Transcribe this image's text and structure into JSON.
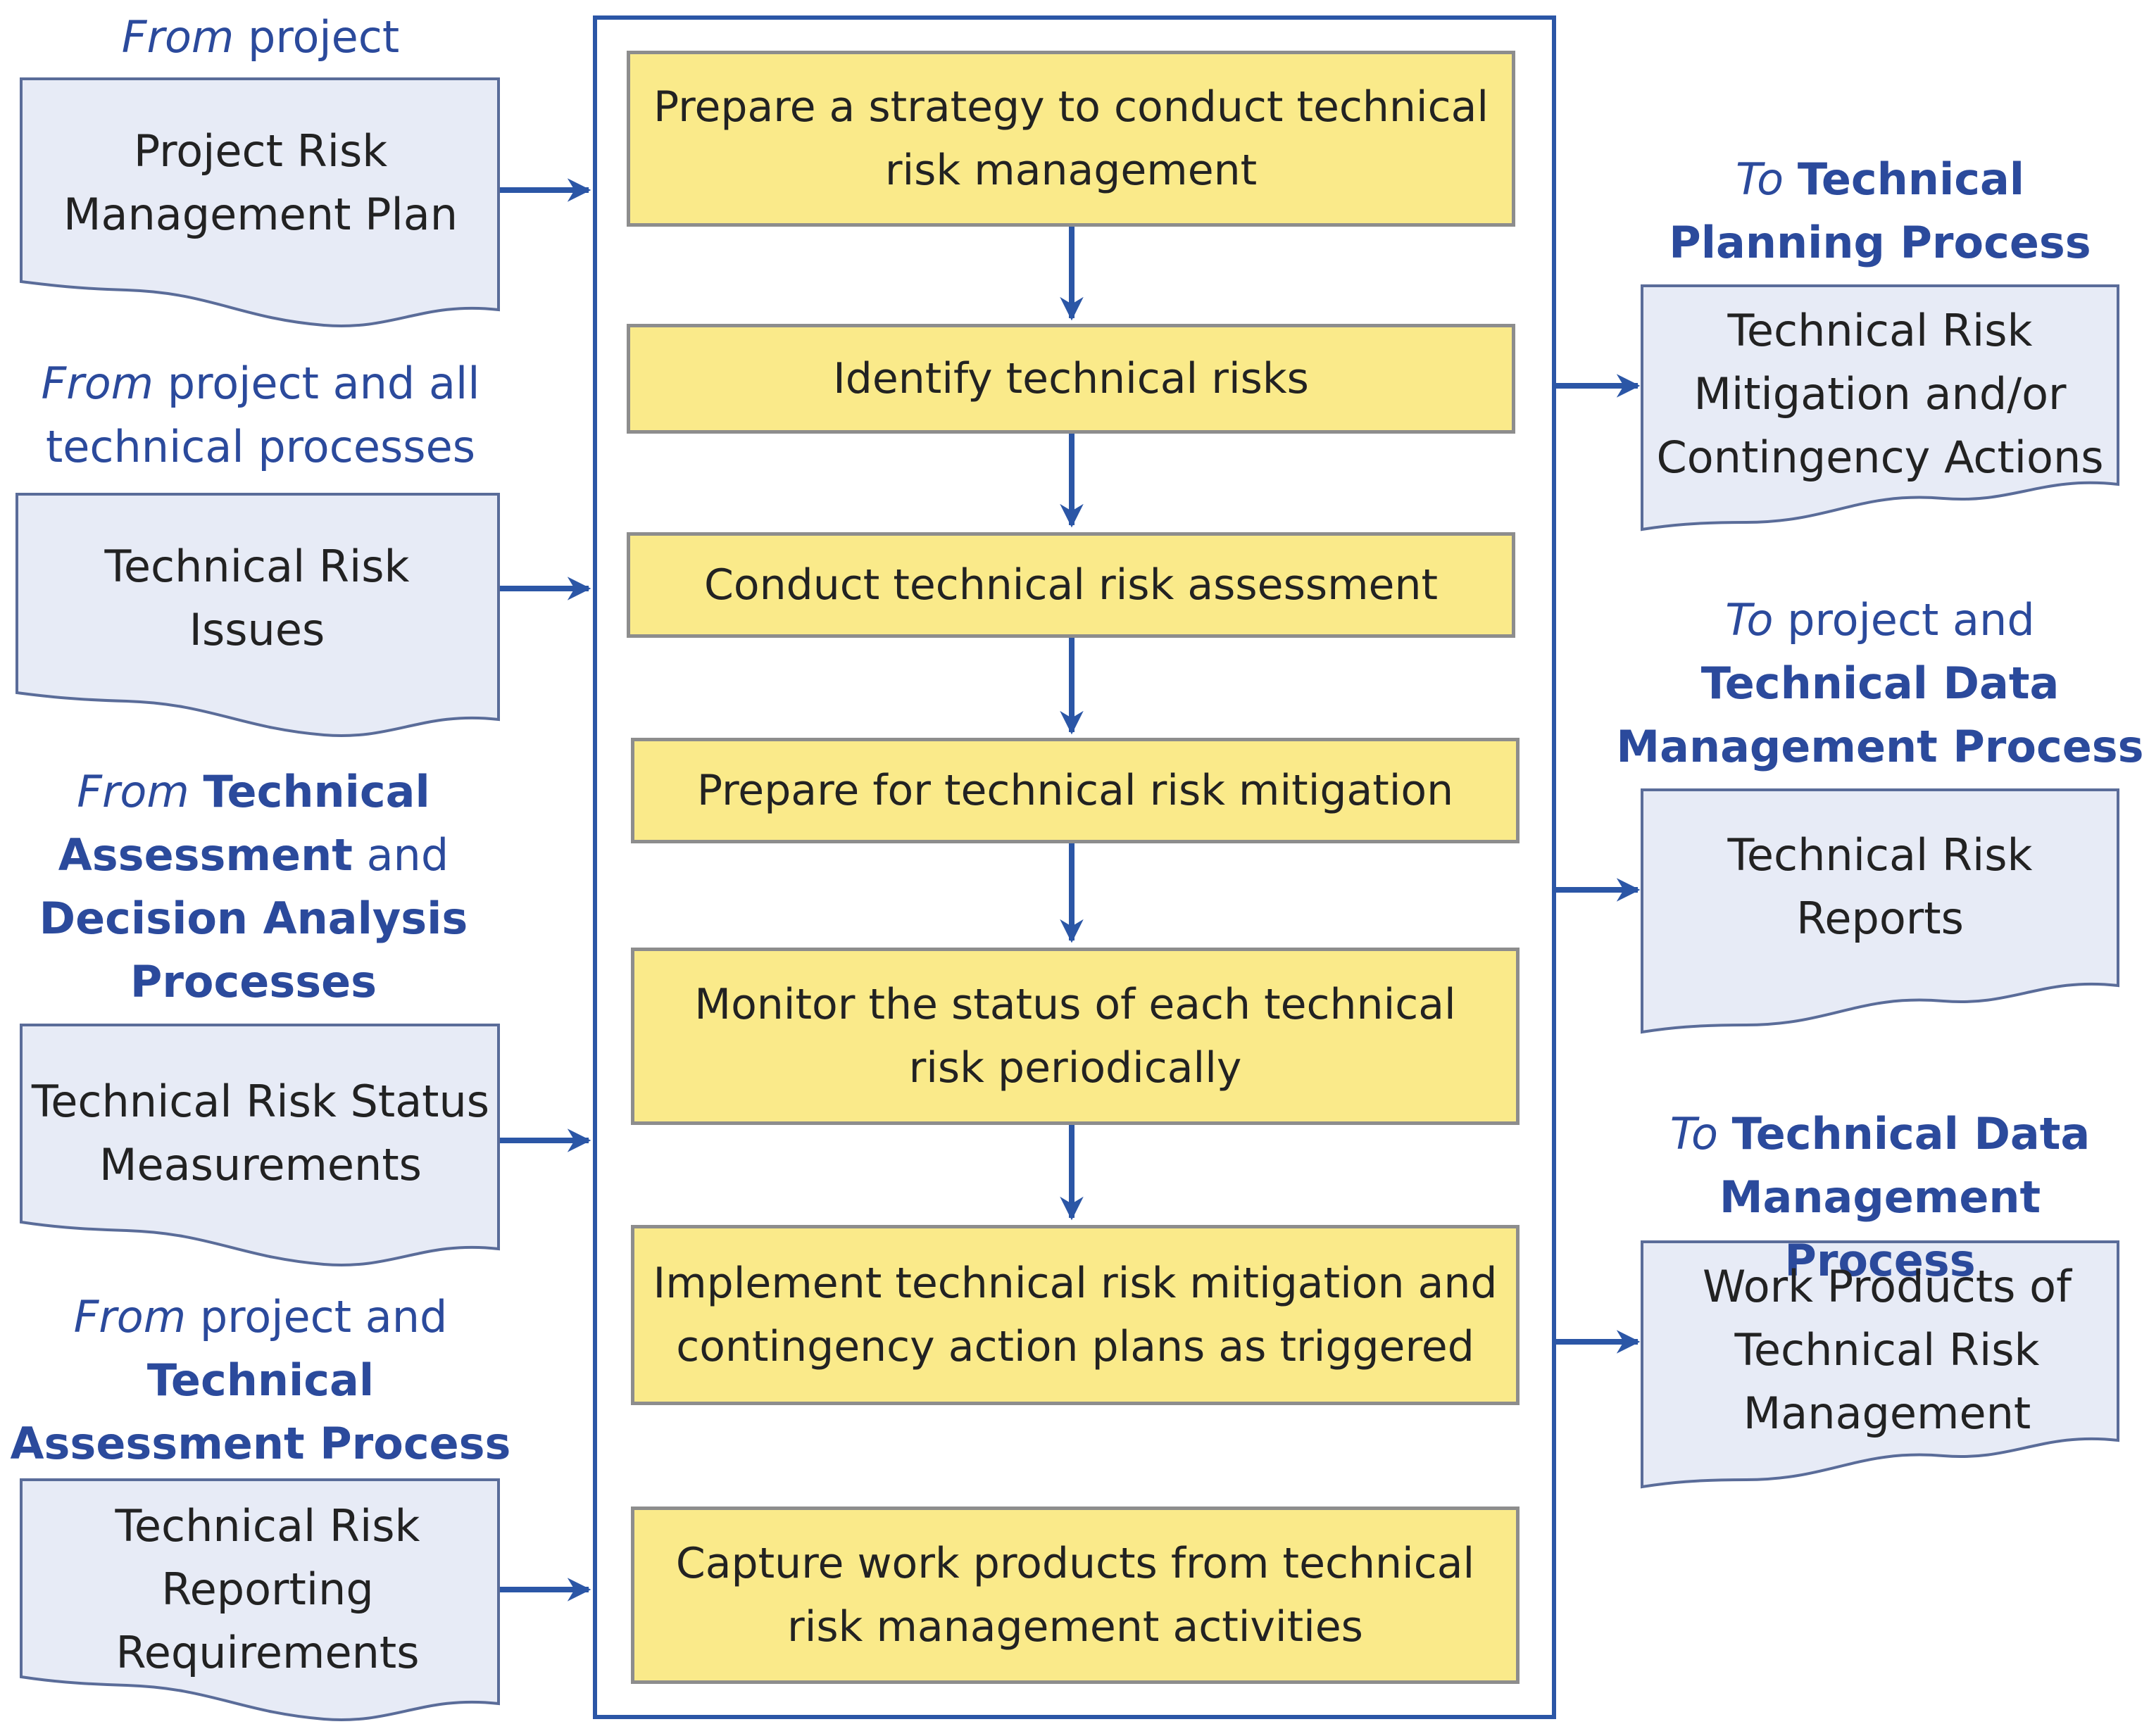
{
  "colors": {
    "arrow": "#2b56a6",
    "label_text": "#2b4a9c",
    "doc_fill": "#e7ebf6",
    "doc_stroke": "#5a6c99",
    "step_fill": "#faea8a",
    "step_border": "#8d8d8d",
    "frame": "#2b56a6"
  },
  "inputs": [
    {
      "source": {
        "italic": "From",
        "plain": " project",
        "bold": "",
        "rest": ""
      },
      "doc": "Project Risk Management Plan"
    },
    {
      "source": {
        "italic": "From",
        "plain": " project and all technical processes",
        "bold": "",
        "rest": ""
      },
      "doc": "Technical Risk Issues"
    },
    {
      "source": {
        "italic": "From",
        "plain": " ",
        "bold": "Technical Assessment",
        "mid": " and ",
        "bold2": "Decision Analysis Processes"
      },
      "doc": "Technical Risk Status Measurements"
    },
    {
      "source": {
        "italic": "From",
        "plain": " project and ",
        "bold": "Technical Assessment Process",
        "rest": ""
      },
      "doc": "Technical Risk Reporting Requirements"
    }
  ],
  "steps": [
    "Prepare a strategy to conduct technical risk management",
    "Identify technical risks",
    "Conduct technical risk assessment",
    "Prepare for technical risk mitigation",
    "Monitor the status of each technical risk periodically",
    "Implement technical risk mitigation and contingency action plans as triggered",
    "Capture work products from technical risk management activities"
  ],
  "outputs": [
    {
      "dest": {
        "italic": "To",
        "plain": " ",
        "bold": "Technical Planning Process"
      },
      "doc": "Technical Risk Mitigation and/or Contingency Actions"
    },
    {
      "dest": {
        "italic": "To",
        "plain": " project and ",
        "bold": "Technical Data Management Process"
      },
      "doc": "Technical Risk Reports"
    },
    {
      "dest": {
        "italic": "To",
        "plain": " ",
        "bold": "Technical Data Management Process"
      },
      "doc": "Work Products of Technical Risk Management"
    }
  ]
}
